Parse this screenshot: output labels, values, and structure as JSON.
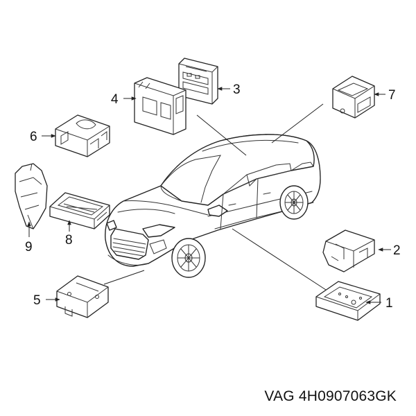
{
  "caption": "VAG 4H0907063GK",
  "callouts": [
    {
      "id": "1",
      "label": "1"
    },
    {
      "id": "2",
      "label": "2"
    },
    {
      "id": "3",
      "label": "3"
    },
    {
      "id": "4",
      "label": "4"
    },
    {
      "id": "5",
      "label": "5"
    },
    {
      "id": "6",
      "label": "6"
    },
    {
      "id": "7",
      "label": "7"
    },
    {
      "id": "8",
      "label": "8"
    },
    {
      "id": "9",
      "label": "9"
    }
  ]
}
